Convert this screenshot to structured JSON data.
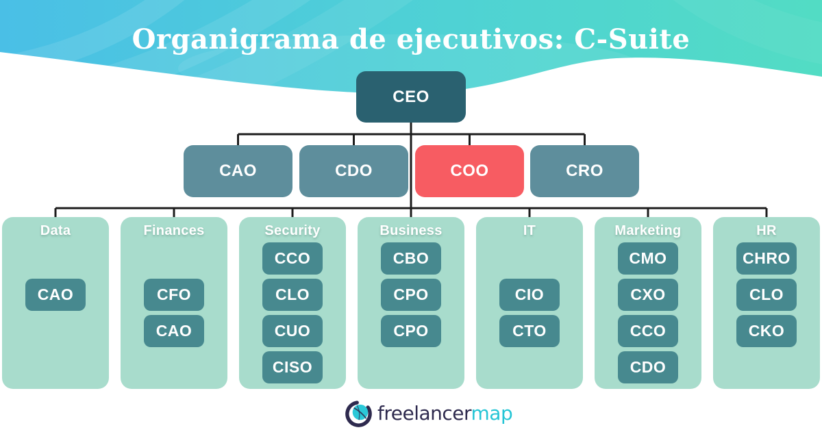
{
  "title": "Organigrama de ejecutivos: C-Suite",
  "org": {
    "root": {
      "label": "CEO"
    },
    "level2": [
      {
        "label": "CAO",
        "highlight": false
      },
      {
        "label": "CDO",
        "highlight": false
      },
      {
        "label": "COO",
        "highlight": true
      },
      {
        "label": "CRO",
        "highlight": false
      }
    ],
    "departments": [
      {
        "name": "Data",
        "roles": [
          "CAO"
        ]
      },
      {
        "name": "Finances",
        "roles": [
          "CFO",
          "CAO"
        ]
      },
      {
        "name": "Security",
        "roles": [
          "CCO",
          "CLO",
          "CUO",
          "CISO"
        ]
      },
      {
        "name": "Business",
        "roles": [
          "CBO",
          "CPO",
          "CPO"
        ]
      },
      {
        "name": "IT",
        "roles": [
          "CIO",
          "CTO"
        ]
      },
      {
        "name": "Marketing",
        "roles": [
          "CMO",
          "CXO",
          "CCO",
          "CDO"
        ]
      },
      {
        "name": "HR",
        "roles": [
          "CHRO",
          "CLO",
          "CKO"
        ]
      }
    ]
  },
  "footer": {
    "brand_prefix": "freelancer",
    "brand_suffix": "map"
  },
  "colors": {
    "header_gradient_start": "#4abfe6",
    "header_gradient_mid": "#4fd2d4",
    "header_gradient_end": "#52dcc4",
    "ceo_box": "#2a6170",
    "executive_box": "#5e8e9c",
    "highlight_box": "#f75c62",
    "panel_bg": "#a8dccc",
    "chip_bg": "#47898f",
    "connector": "#1d1d1d",
    "title_text": "#ffffff",
    "brand_navy": "#2e2a4e",
    "brand_cyan": "#25c5d5"
  }
}
